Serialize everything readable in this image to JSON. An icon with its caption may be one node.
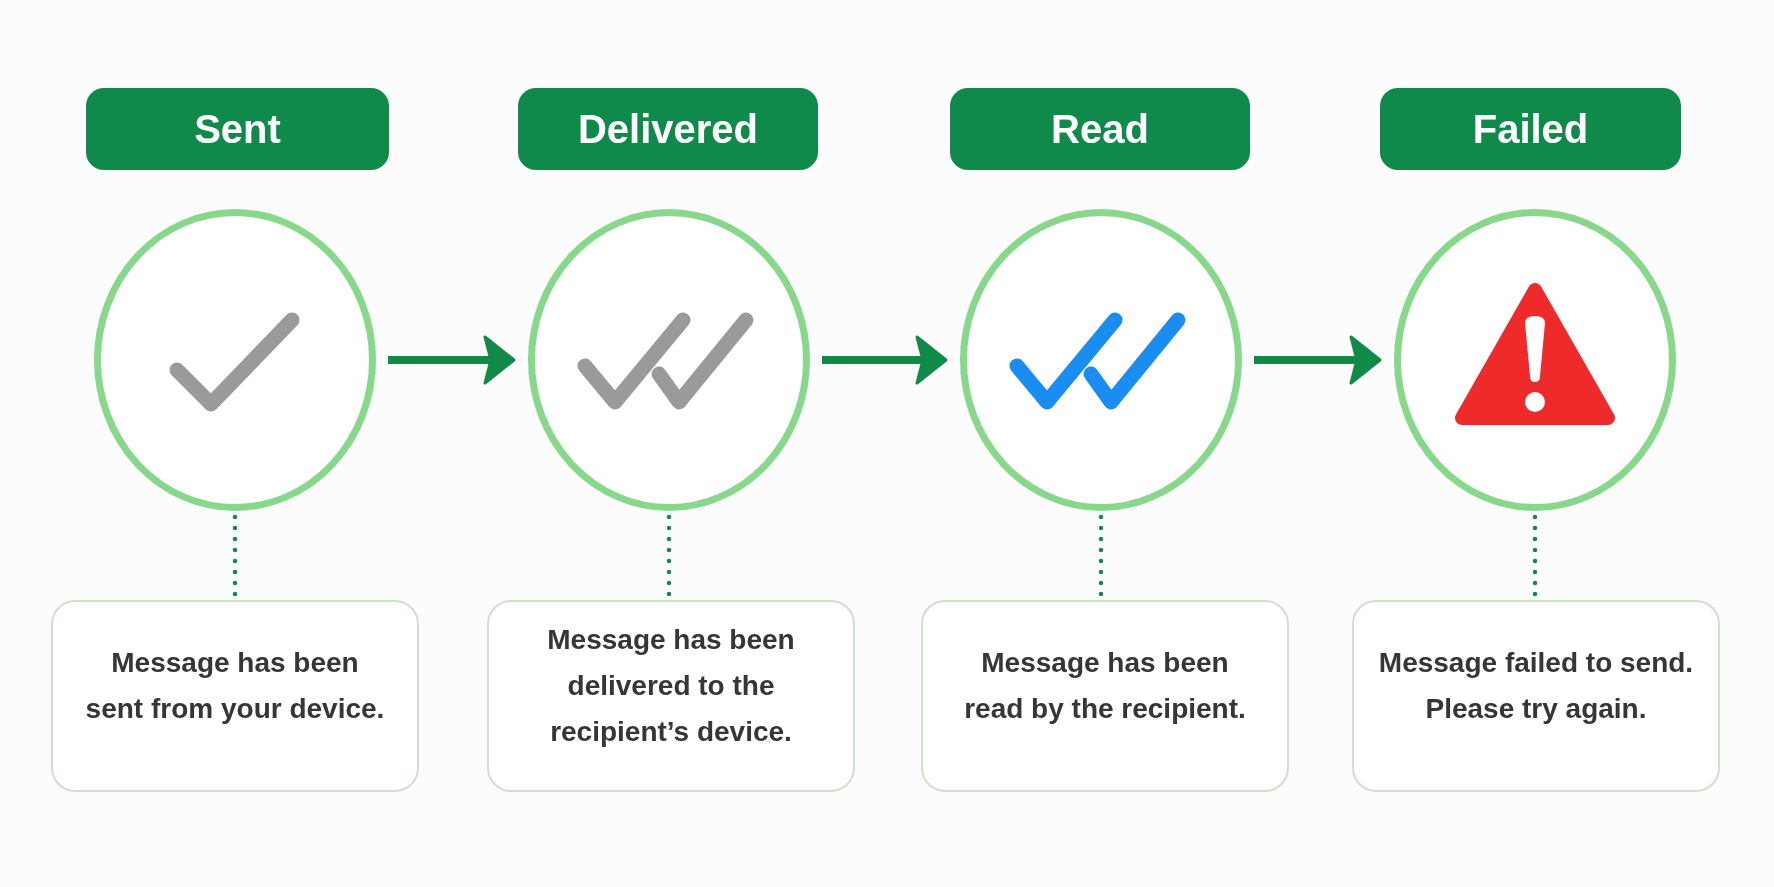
{
  "diagram": {
    "nodes": [
      {
        "text": [
          "Sent"
        ]
      },
      {
        "text": [
          "Delivered"
        ]
      },
      {
        "text": [
          "Read"
        ]
      },
      {
        "text": [
          "Failed"
        ]
      },
      {
        "text": [],
        "shape": "circle"
      },
      {
        "text": [],
        "shape": "circle"
      },
      {
        "text": [],
        "shape": "circle"
      },
      {
        "text": [],
        "shape": "circle"
      },
      {
        "text": [
          "Message has been sent from your device."
        ]
      },
      {
        "text": [
          "Message has been delivered to the recipient’s device."
        ]
      },
      {
        "text": [
          "Message has been read by the recipient."
        ]
      },
      {
        "text": [
          "Message failed to send. Please try again."
        ]
      }
    ],
    "edges": [
      {
        "from": 4,
        "to": 5,
        "arrow": "to"
      },
      {
        "from": 5,
        "to": 6,
        "arrow": "to"
      },
      {
        "from": 6,
        "to": 7,
        "arrow": "to"
      },
      {
        "from": 4,
        "to": 8,
        "arrow": "none",
        "style": "dashed"
      },
      {
        "from": 5,
        "to": 9,
        "arrow": "none",
        "style": "dashed"
      },
      {
        "from": 6,
        "to": 10,
        "arrow": "none",
        "style": "dashed"
      },
      {
        "from": 7,
        "to": 11,
        "arrow": "none",
        "style": "dashed"
      }
    ]
  }
}
